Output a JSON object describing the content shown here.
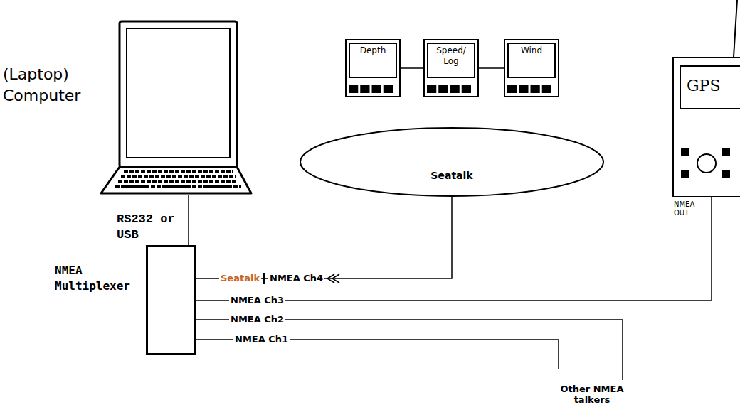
{
  "diagram": {
    "nodes": [
      {
        "text": [
          "(Laptop) Computer"
        ]
      },
      {
        "text": [
          "Depth"
        ]
      },
      {
        "text": [
          "Speed/ Log"
        ]
      },
      {
        "text": [
          "Wind"
        ]
      },
      {
        "text": [
          "Seatalk"
        ]
      },
      {
        "text": [
          "GPS",
          "NMEA OUT"
        ]
      },
      {
        "text": [
          "NMEA Multiplexer"
        ]
      }
    ],
    "edges": [
      {
        "from": 0,
        "to": 6,
        "label": "RS232 or USB",
        "arrow": "none"
      },
      {
        "from": 1,
        "to": 2,
        "arrow": "none"
      },
      {
        "from": 2,
        "to": 3,
        "arrow": "none"
      },
      {
        "from": 4,
        "to": 6,
        "arrow": "none"
      },
      {
        "from": 5,
        "to": 6,
        "arrow": "none"
      }
    ],
    "labels": [
      "Seatalk",
      "NMEA Ch4",
      "NMEA Ch3",
      "NMEA Ch2",
      "NMEA Ch1",
      "Other NMEA talkers"
    ]
  }
}
